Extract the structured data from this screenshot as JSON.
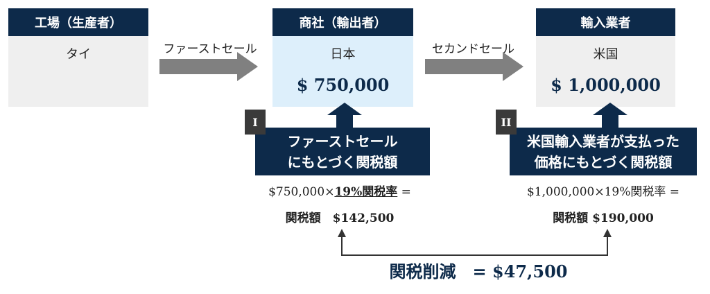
{
  "boxes": [
    {
      "header": "工場（生産者）",
      "country": "タイ"
    },
    {
      "header": "商社（輸出者）",
      "country": "日本",
      "amount": "$ 750,000"
    },
    {
      "header": "輸入業者",
      "country": "米国",
      "amount": "$ 1,000,000"
    }
  ],
  "arrows": {
    "first": "ファーストセール",
    "second": "セカンドセール"
  },
  "callouts": [
    {
      "badge": "I",
      "line1": "ファーストセール",
      "line2": "にもとづく関税額",
      "formula_a": "$750,000×",
      "formula_rate": "19%関税率",
      "formula_eq": "=",
      "result": "関税額　$142,500"
    },
    {
      "badge": "II",
      "line1": "米国輸入業者が支払った",
      "line2": "価格にもとづく関税額",
      "formula": "$1,000,000×19%関税率 =",
      "result": "関税額 $190,000"
    }
  ],
  "savings": "関税削減　= $47,500",
  "colors": {
    "navy": "#0d2a4a",
    "gray_arrow": "#808080",
    "box1": "#efefef",
    "box2": "#ddeffb",
    "box3": "#efefef"
  }
}
